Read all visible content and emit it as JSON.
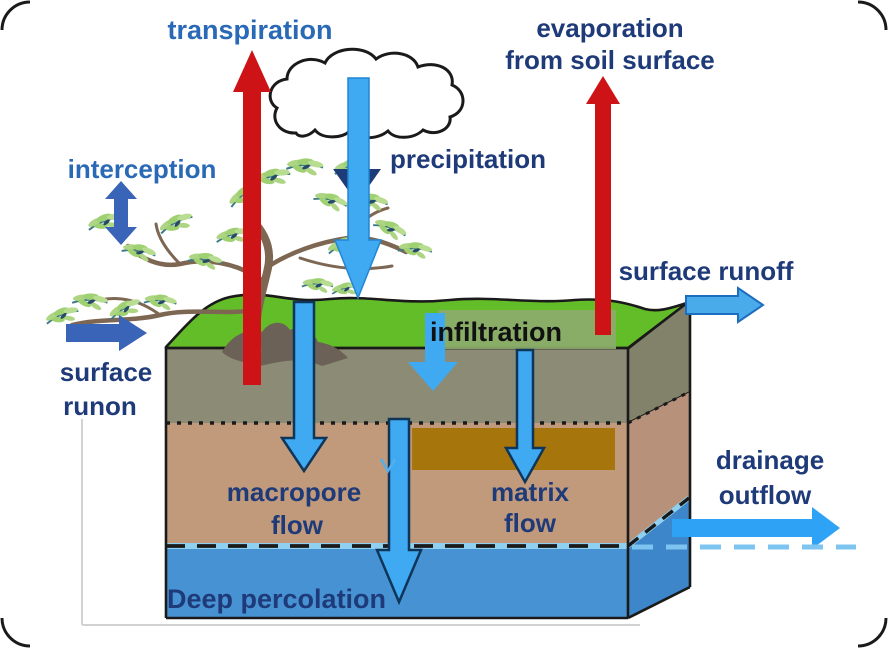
{
  "diagram": {
    "labels": {
      "transpiration": "transpiration",
      "evaporation_line1": "evaporation",
      "evaporation_line2": "from soil surface",
      "precipitation": "precipitation",
      "interception": "interception",
      "surface_runon_line1": "surface",
      "surface_runon_line2": "runon",
      "surface_runoff": "surface runoff",
      "infiltration": "infiltration",
      "macropore_line1": "macropore",
      "macropore_line2": "flow",
      "matrix_line1": "matrix",
      "matrix_line2": "flow",
      "drainage_line1": "drainage",
      "drainage_line2": "outflow",
      "deep_percolation": "Deep percolation"
    },
    "colors": {
      "surface_green": "#63bd28",
      "topsoil_olive": "#8c8b75",
      "topsoil_olive_side": "#828169",
      "subsoil_tan": "#c19a7b",
      "subsoil_tan_side": "#b7917a",
      "brown_band": "#a6750b",
      "groundwater_blue": "#4792d3",
      "groundwater_blue_side": "#3c86c9",
      "infiltration_box": "#8cab6c",
      "arrow_light_blue": "#3fa9f2",
      "arrow_outline_navy": "#0f3558",
      "arrow_steel_blue": "#3a64b8",
      "runoff_blue": "#4aabeb",
      "drainage_blue": "#2ea3f5",
      "arrow_red": "#ce1317",
      "text_navy": "#1e3a78",
      "text_bright_blue": "#2a69b6",
      "text_black": "#111111"
    }
  }
}
